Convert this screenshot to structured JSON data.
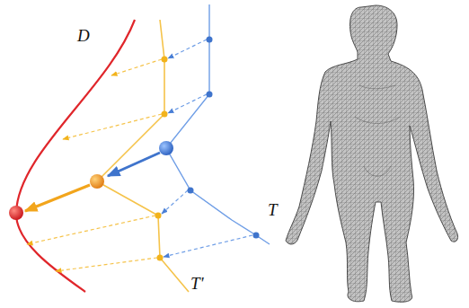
{
  "diagram": {
    "labels": [
      "D",
      "T",
      "T'"
    ]
  }
}
